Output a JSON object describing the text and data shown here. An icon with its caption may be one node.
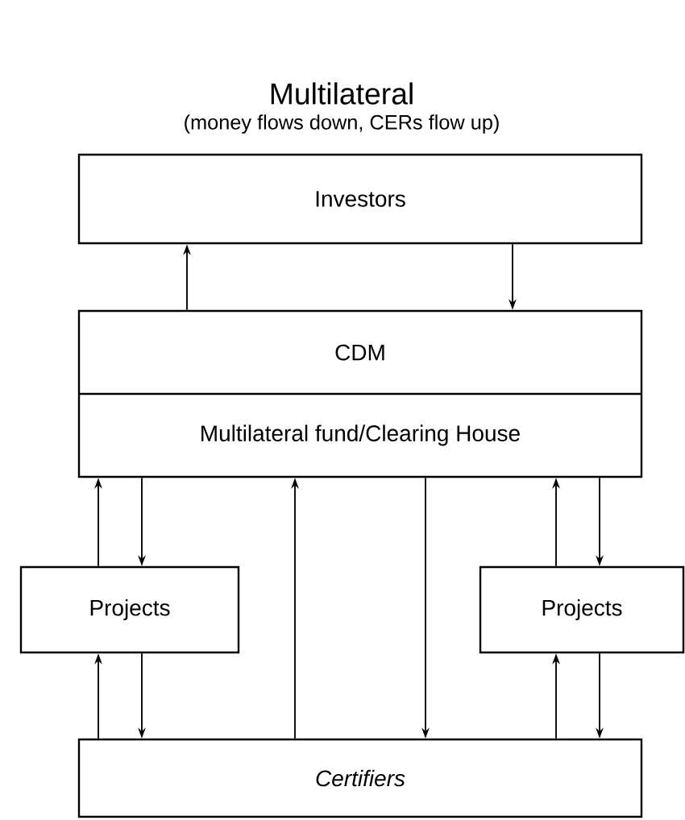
{
  "diagram": {
    "title": "Multilateral",
    "nodes": [
      {
        "text": [
          "Investors"
        ]
      },
      {
        "text": [
          "CDM",
          "Multilateral fund/Clearing House"
        ]
      },
      {
        "text": [
          "Projects"
        ]
      },
      {
        "text": [
          "Projects"
        ]
      },
      {
        "text": [
          "Certifiers"
        ]
      }
    ],
    "edges": [
      {
        "from": 1,
        "to": 0,
        "arrow": "to"
      },
      {
        "from": 0,
        "to": 1,
        "arrow": "to"
      },
      {
        "from": 2,
        "to": 1,
        "arrow": "to"
      },
      {
        "from": 1,
        "to": 2,
        "arrow": "to"
      },
      {
        "from": 4,
        "to": 1,
        "arrow": "to"
      },
      {
        "from": 1,
        "to": 4,
        "arrow": "to"
      },
      {
        "from": 3,
        "to": 1,
        "arrow": "to"
      },
      {
        "from": 1,
        "to": 3,
        "arrow": "to"
      },
      {
        "from": 4,
        "to": 2,
        "arrow": "to"
      },
      {
        "from": 2,
        "to": 4,
        "arrow": "to"
      },
      {
        "from": 4,
        "to": 3,
        "arrow": "to"
      },
      {
        "from": 3,
        "to": 4,
        "arrow": "to"
      }
    ],
    "labels": [
      "(money flows down, CERs flow up)"
    ]
  }
}
